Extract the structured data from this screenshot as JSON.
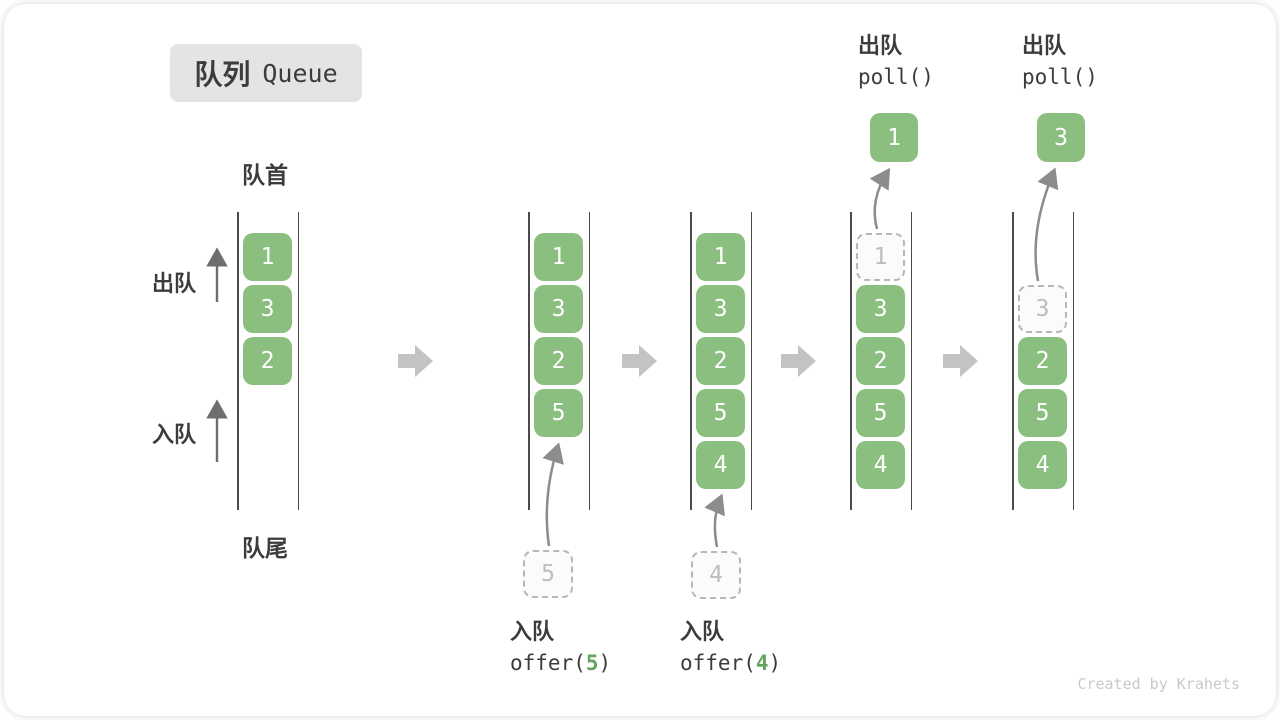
{
  "title": {
    "zh": "队列",
    "en": "Queue"
  },
  "labels": {
    "front": "队首",
    "rear": "队尾",
    "dequeue": "出队",
    "enqueue": "入队"
  },
  "queues": [
    {
      "cells": [
        {
          "v": "1"
        },
        {
          "v": "3"
        },
        {
          "v": "2"
        }
      ]
    },
    {
      "cells": [
        {
          "v": "1"
        },
        {
          "v": "3"
        },
        {
          "v": "2"
        },
        {
          "v": "5"
        }
      ]
    },
    {
      "cells": [
        {
          "v": "1"
        },
        {
          "v": "3"
        },
        {
          "v": "2"
        },
        {
          "v": "5"
        },
        {
          "v": "4"
        }
      ]
    },
    {
      "cells": [
        {
          "v": "1",
          "ghost": true
        },
        {
          "v": "3"
        },
        {
          "v": "2"
        },
        {
          "v": "5"
        },
        {
          "v": "4"
        }
      ]
    },
    {
      "cells": [
        {
          "v": "3",
          "ghost": true
        },
        {
          "v": "2"
        },
        {
          "v": "5"
        },
        {
          "v": "4"
        }
      ]
    }
  ],
  "operations": {
    "enqueue5": {
      "label": "入队",
      "fn": "offer(",
      "arg": "5",
      "close": ")",
      "pending": "5"
    },
    "enqueue4": {
      "label": "入队",
      "fn": "offer(",
      "arg": "4",
      "close": ")",
      "pending": "4"
    },
    "poll1": {
      "label": "出队",
      "code": "poll()",
      "removed": "1"
    },
    "poll3": {
      "label": "出队",
      "code": "poll()",
      "removed": "3"
    }
  },
  "watermark": "Created by Krahets",
  "colors": {
    "cell_green": "#8ABF80",
    "ghost_border": "#B7B7B7",
    "ghost_text": "#BDBDBD",
    "step_arrow_gray": "#C3C3C3",
    "flow_arrow_gray": "#8C8C8C",
    "side_arrow_gray": "#6E6E6E",
    "text_dark": "#3C3C3C",
    "code_accent_green": "#63A45F",
    "badge_bg": "#E4E4E4",
    "watermark_gray": "#C9C9C9"
  }
}
